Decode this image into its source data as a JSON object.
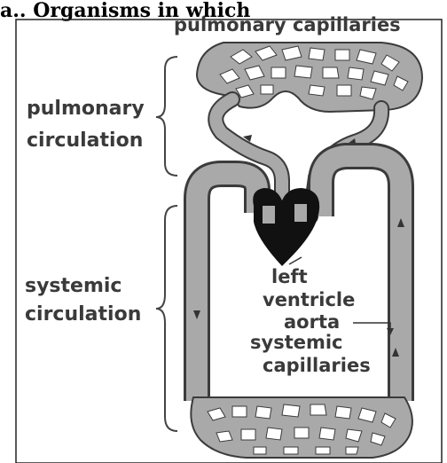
{
  "page": {
    "caption_fragment": "a.. Organisms in which"
  },
  "labels": {
    "pulmonary_capillaries": "pulmonary capillaries",
    "pulmonary_circulation_line1": "pulmonary",
    "pulmonary_circulation_line2": "circulation",
    "systemic_circulation_line1": "systemic",
    "systemic_circulation_line2": "circulation",
    "left_ventricle_line1": "left",
    "left_ventricle_line2": "ventricle",
    "aorta": "aorta",
    "systemic_capillaries_line1": "systemic",
    "systemic_capillaries_line2": "capillaries"
  },
  "colors": {
    "vessel_fill": "#a9a9a9",
    "vessel_outline": "#3b3b3b",
    "heart": "#111111",
    "text": "#3a3a3a"
  }
}
